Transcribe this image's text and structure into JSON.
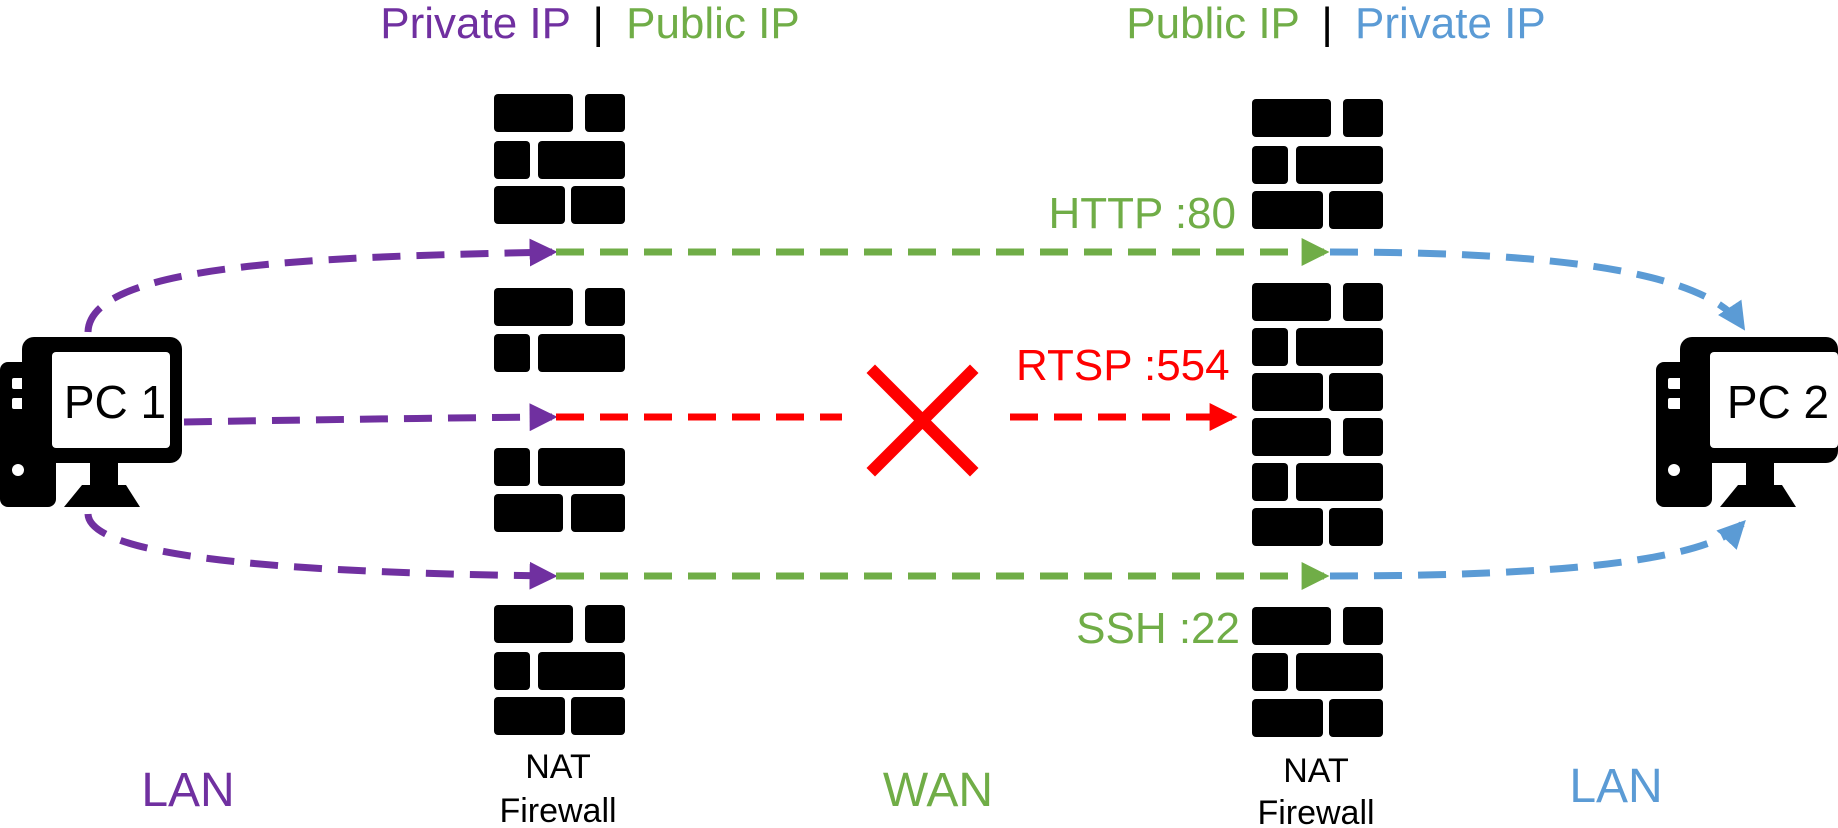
{
  "colors": {
    "private_left": "#7030A0",
    "public": "#70AD47",
    "private_right": "#5B9BD5",
    "blocked": "#FF0000",
    "separator": "#000000"
  },
  "headings": {
    "left": {
      "private": "Private IP",
      "separator": "|",
      "public": "Public IP"
    },
    "right": {
      "public": "Public IP",
      "separator": "|",
      "private": "Private IP"
    }
  },
  "nodes": {
    "pc1": {
      "label": "PC 1",
      "icon": "computer-icon"
    },
    "pc2": {
      "label": "PC 2",
      "icon": "computer-icon"
    }
  },
  "firewalls": {
    "left": {
      "line1": "NAT",
      "line2": "Firewall",
      "icon": "brick-wall-icon"
    },
    "right": {
      "line1": "NAT",
      "line2": "Firewall",
      "icon": "brick-wall-icon"
    }
  },
  "connections": [
    {
      "label": "HTTP :80",
      "status": "allowed"
    },
    {
      "label": "RTSP :554",
      "status": "blocked"
    },
    {
      "label": "SSH :22",
      "status": "allowed"
    }
  ],
  "zones": {
    "left": "LAN",
    "middle": "WAN",
    "right": "LAN"
  }
}
